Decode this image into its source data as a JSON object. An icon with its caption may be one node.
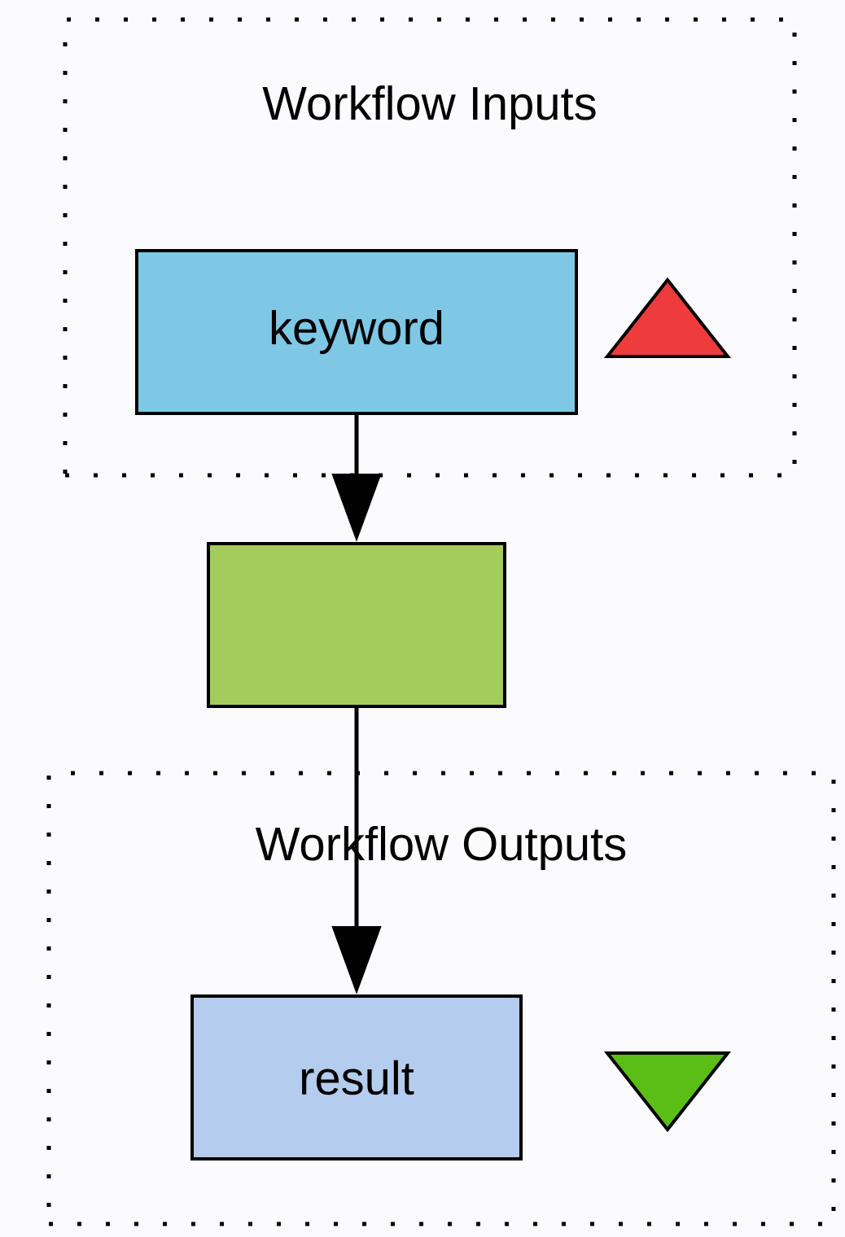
{
  "diagram": {
    "nodes": [
      {
        "text": [
          "Workflow Inputs"
        ]
      },
      {
        "text": [
          "keyword"
        ],
        "in": 0
      },
      {
        "text": [],
        "shape": "box"
      },
      {
        "text": [
          "Workflow Outputs"
        ]
      },
      {
        "text": [
          "result"
        ],
        "in": 3
      }
    ],
    "edges": [
      {
        "from": 1,
        "to": 2,
        "arrow": "to"
      },
      {
        "from": 2,
        "to": 4,
        "arrow": "to"
      }
    ]
  }
}
